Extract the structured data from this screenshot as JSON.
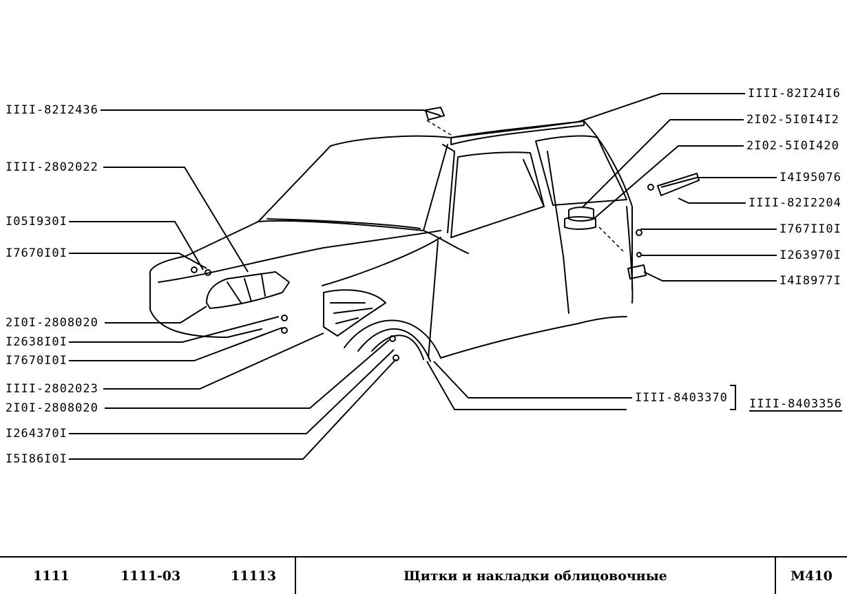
{
  "labels_left": [
    {
      "id": "l1",
      "text": "IIII-82I2436"
    },
    {
      "id": "l2",
      "text": "IIII-2802022"
    },
    {
      "id": "l3",
      "text": "I05I930I"
    },
    {
      "id": "l4",
      "text": "I7670I0I"
    },
    {
      "id": "l5",
      "text": "2I0I-2808020"
    },
    {
      "id": "l6",
      "text": "I2638I0I"
    },
    {
      "id": "l7",
      "text": "I7670I0I"
    },
    {
      "id": "l8",
      "text": "IIII-2802023"
    },
    {
      "id": "l9",
      "text": "2I0I-2808020"
    },
    {
      "id": "l10",
      "text": "I264370I"
    },
    {
      "id": "l11",
      "text": "I5I86I0I"
    }
  ],
  "labels_right": [
    {
      "id": "r1",
      "text": "IIII-82I24I6"
    },
    {
      "id": "r2",
      "text": "2I02-5I0I4I2"
    },
    {
      "id": "r3",
      "text": "2I02-5I0I420"
    },
    {
      "id": "r4",
      "text": "I4I95076"
    },
    {
      "id": "r5",
      "text": "IIII-82I2204"
    },
    {
      "id": "r6",
      "text": "I767II0I"
    },
    {
      "id": "r7",
      "text": "I263970I"
    },
    {
      "id": "r8",
      "text": "I4I8977I"
    }
  ],
  "labels_bottom": {
    "b1": "IIII-8403370",
    "b2": "IIII-8403356"
  },
  "footer": {
    "model1": "1111",
    "model2": "1111-03",
    "model3": "11113",
    "title": "Щитки и накладки облицовочные",
    "code": "М410"
  }
}
